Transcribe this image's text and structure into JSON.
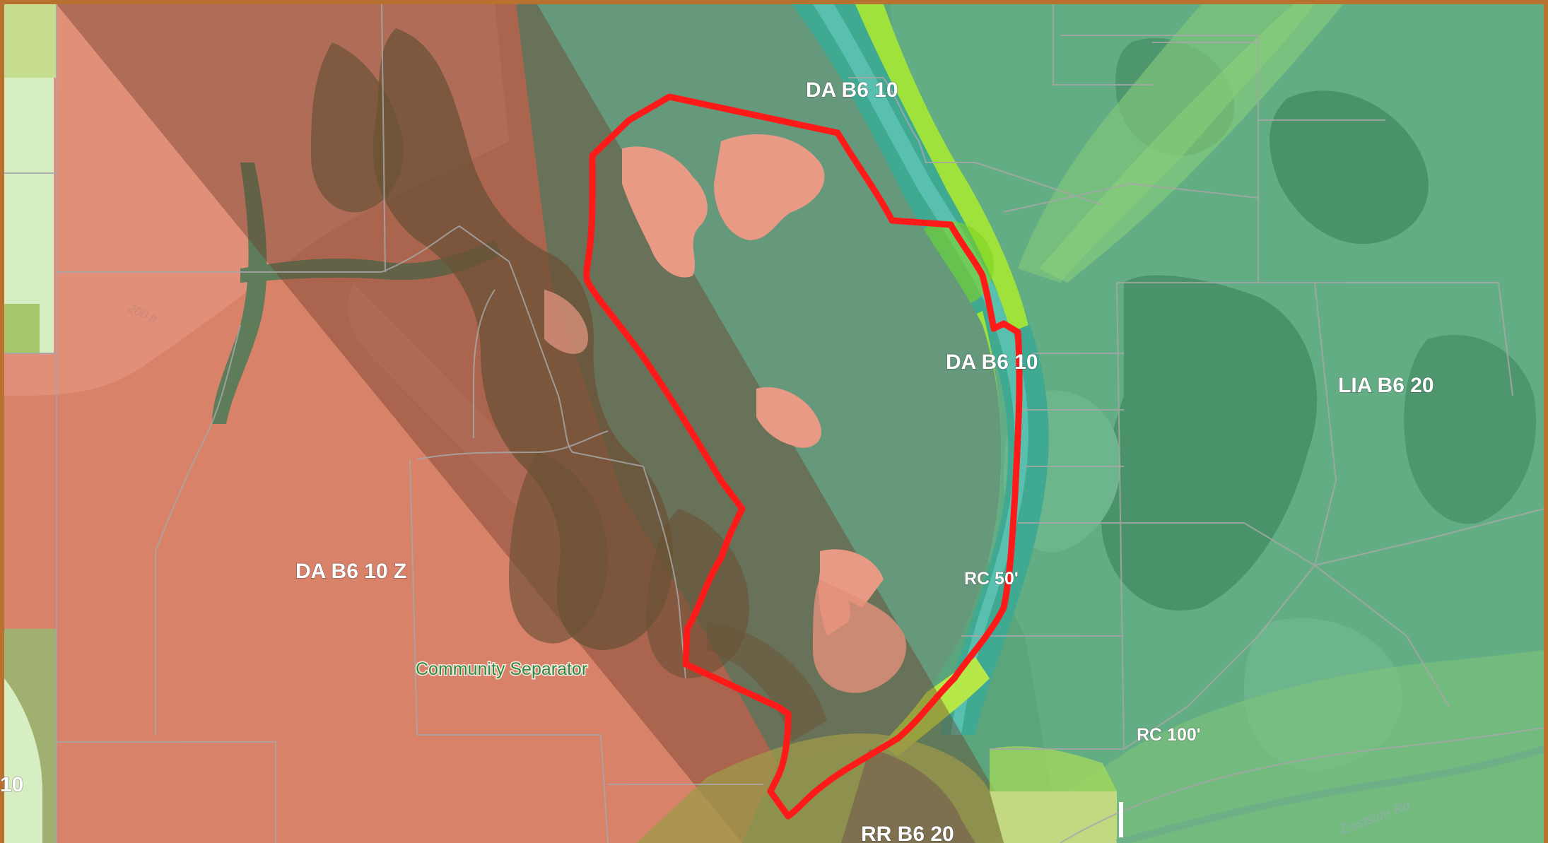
{
  "map": {
    "zone_labels": {
      "da_b6_10_top": "DA B6 10",
      "da_b6_10_mid": "DA B6 10",
      "da_b6_10_z": "DA B6 10 Z",
      "lia_b6_20": "LIA B6 20",
      "rc_50": "RC 50'",
      "rc_100": "RC 100'",
      "rr_b6_20": "RR B6 20",
      "edge_10": "10"
    },
    "overlay_labels": {
      "community_separator": "Community Separator"
    },
    "road_labels": {
      "road_right": "Eastside Rd"
    },
    "contour_labels": {
      "contour_200": "200 ft"
    },
    "colors": {
      "border_frame": "#b9712f",
      "agriculture_zone": "#d9826a",
      "agriculture_light": "#e89a85",
      "forest_dark": "#4f9a6f",
      "forest_mid": "#5ba67c",
      "forest_light": "#6fb58c",
      "river_teal": "#3fa992",
      "riparian_green": "#9ee23b",
      "community_separator_band": "#7a4a2e",
      "highlight_outline": "#ff1a1a",
      "parcel_lines": "#a7a7a7"
    }
  }
}
